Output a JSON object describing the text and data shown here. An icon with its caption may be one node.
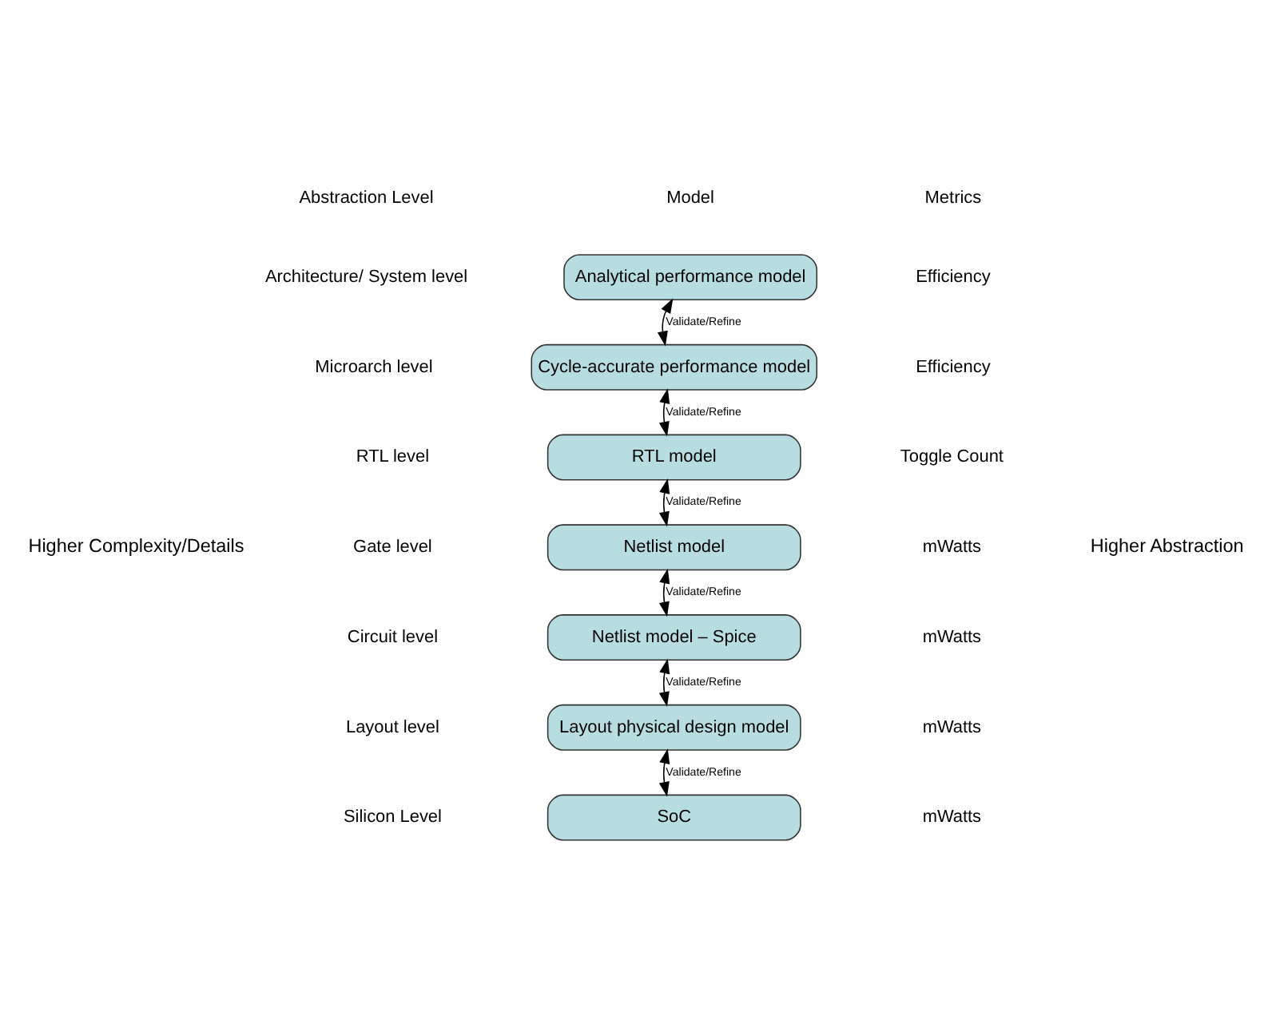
{
  "diagram": {
    "nodes": [
      {
        "text": [
          "Analytical performance model"
        ]
      },
      {
        "text": [
          "Cycle-accurate performance model"
        ]
      },
      {
        "text": [
          "RTL model"
        ]
      },
      {
        "text": [
          "Netlist model"
        ]
      },
      {
        "text": [
          "Netlist model – Spice"
        ]
      },
      {
        "text": [
          "Layout physical design model"
        ]
      },
      {
        "text": [
          "SoC"
        ]
      }
    ],
    "edges": [
      {
        "from": 0,
        "to": 1,
        "arrow": "both",
        "label": "Validate/Refine"
      },
      {
        "from": 1,
        "to": 2,
        "arrow": "both",
        "label": "Validate/Refine"
      },
      {
        "from": 2,
        "to": 3,
        "arrow": "both",
        "label": "Validate/Refine"
      },
      {
        "from": 3,
        "to": 4,
        "arrow": "both",
        "label": "Validate/Refine"
      },
      {
        "from": 4,
        "to": 5,
        "arrow": "both",
        "label": "Validate/Refine"
      },
      {
        "from": 5,
        "to": 6,
        "arrow": "both",
        "label": "Validate/Refine"
      }
    ],
    "labels": [
      "Abstraction Level",
      "Model",
      "Metrics",
      "Architecture/ System level",
      "Efficiency",
      "Microarch level",
      "Efficiency",
      "RTL level",
      "Toggle Count",
      "Gate level",
      "mWatts",
      "Circuit level",
      "mWatts",
      "Layout level",
      "mWatts",
      "Silicon Level",
      "mWatts",
      "Higher Complexity/Details",
      "Higher Abstraction"
    ]
  }
}
